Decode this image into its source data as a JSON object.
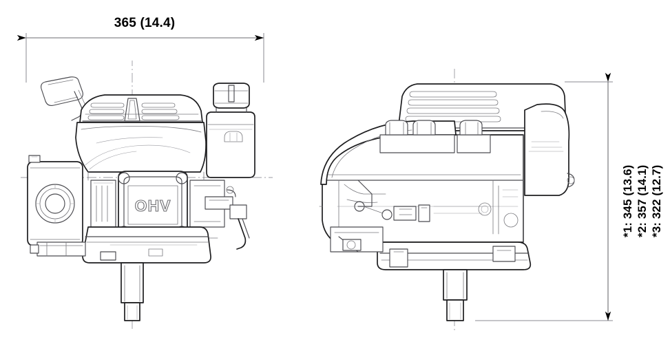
{
  "document": {
    "title": "Engine Dimensional Drawing",
    "type": "technical-line-drawing",
    "background_color": "#ffffff",
    "line_color": "#1d1d1f",
    "dimension_color": "#6b6b70"
  },
  "dimensions": {
    "horizontal": {
      "label": "365 (14.4)",
      "value_mm": 365,
      "value_in": 14.4,
      "position": "top",
      "applies_to": "side-view-overall-length"
    },
    "vertical": {
      "position": "right",
      "orientation": "rotated-90",
      "applies_to": "overall-height",
      "lines": [
        {
          "note": "*1:",
          "label": "*1: 345 (13.6)",
          "value_mm": 345,
          "value_in": 13.6
        },
        {
          "note": "*2:",
          "label": "*2: 357 (14.1)",
          "value_mm": 357,
          "value_in": 14.1
        },
        {
          "note": "*3:",
          "label": "*3: 322 (12.7)",
          "value_mm": 322,
          "value_in": 12.7
        }
      ]
    }
  },
  "views": {
    "left": {
      "name": "side-view",
      "markings": [
        {
          "text": "OHV",
          "location": "valve-cover",
          "style": "embossed"
        }
      ],
      "features": [
        "recoil-starter-handle",
        "engine-cover-louvers",
        "fuel-tank",
        "fuel-tank-cap",
        "air-cleaner-box",
        "valve-cover",
        "carburetor",
        "throttle-control-lever",
        "crankcase",
        "vertical-output-shaft"
      ]
    },
    "right": {
      "name": "front-view",
      "features": [
        "engine-cover-louvers",
        "cylinder-head",
        "rocker-arm-assembly",
        "blower-housing",
        "muffler",
        "crankcase-base",
        "mounting-flange",
        "vertical-output-shaft"
      ]
    }
  }
}
